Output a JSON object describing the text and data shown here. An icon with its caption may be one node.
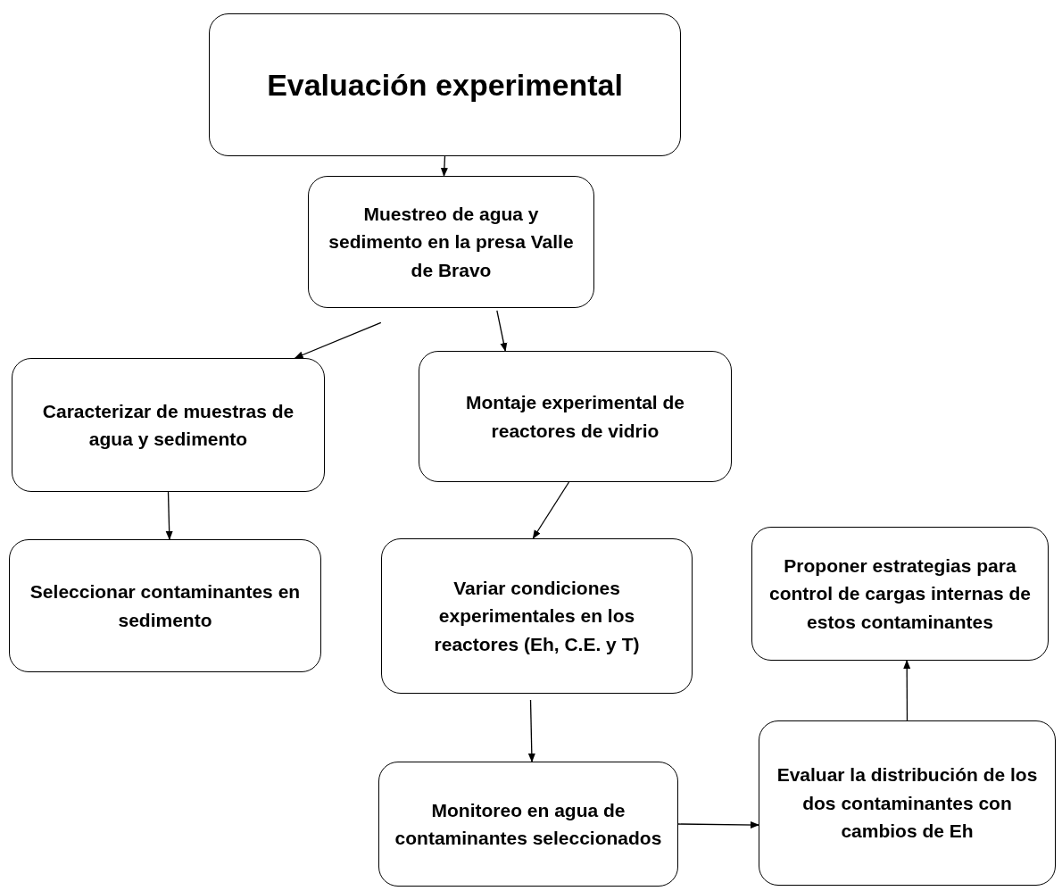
{
  "diagram": {
    "nodes": [
      {
        "text": [
          "Evaluación experimental"
        ]
      },
      {
        "text": [
          "Muestreo de agua y sedimento en la presa Valle de Bravo"
        ]
      },
      {
        "text": [
          "Caracterizar de muestras de agua y sedimento"
        ]
      },
      {
        "text": [
          "Montaje experimental de reactores de vidrio"
        ]
      },
      {
        "text": [
          "Seleccionar contaminantes en sedimento"
        ]
      },
      {
        "text": [
          "Variar condiciones experimentales en los reactores (Eh, C.E. y T)"
        ]
      },
      {
        "text": [
          "Proponer estrategias para control de cargas internas de estos contaminantes"
        ]
      },
      {
        "text": [
          "Monitoreo en agua de contaminantes seleccionados"
        ]
      },
      {
        "text": [
          "Evaluar la distribución de los dos contaminantes con cambios de Eh"
        ]
      }
    ],
    "edges": [
      {
        "from": 0,
        "to": 1,
        "arrow": "to"
      },
      {
        "from": 1,
        "to": 2,
        "arrow": "to"
      },
      {
        "from": 1,
        "to": 3,
        "arrow": "to"
      },
      {
        "from": 2,
        "to": 4,
        "arrow": "to"
      },
      {
        "from": 3,
        "to": 5,
        "arrow": "to"
      },
      {
        "from": 5,
        "to": 7,
        "arrow": "to"
      },
      {
        "from": 7,
        "to": 8,
        "arrow": "to"
      },
      {
        "from": 8,
        "to": 6,
        "arrow": "to"
      }
    ]
  }
}
